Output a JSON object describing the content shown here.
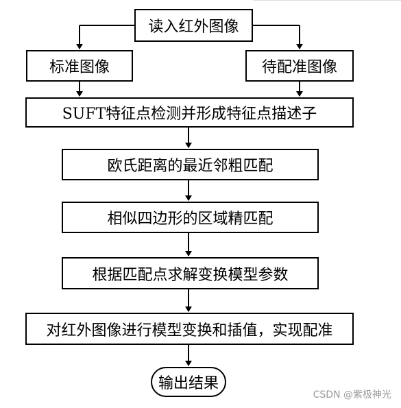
{
  "diagram": {
    "nodes": {
      "read_image": "读入红外图像",
      "standard_image": "标准图像",
      "to_register_image": "待配准图像",
      "suft_detect": "SUFT特征点检测并形成特征点描述子",
      "euclidean_match": "欧氏距离的最近邻粗匹配",
      "quad_fine_match": "相似四边形的区域精匹配",
      "solve_params": "根据匹配点求解变换模型参数",
      "transform_register": "对红外图像进行模型变换和插值，实现配准",
      "output": "输出结果"
    }
  },
  "watermark": "CSDN @紫极神光"
}
